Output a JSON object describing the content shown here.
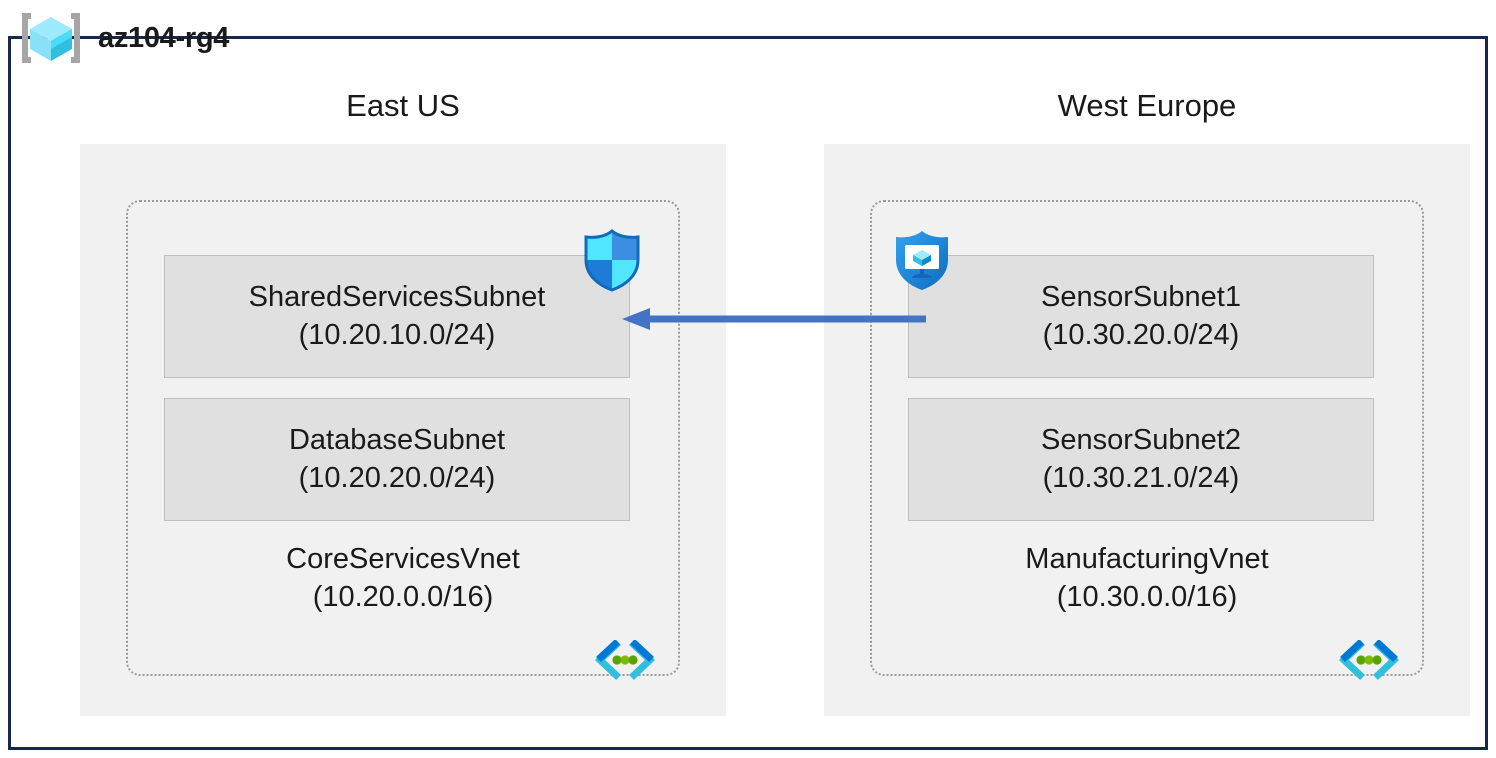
{
  "resource_group": {
    "name": "az104-rg4",
    "icon": "resource-group-cube-icon",
    "frame_color": "#17294A"
  },
  "regions": [
    {
      "id": "east-us",
      "label": "East US",
      "vnet": {
        "name": "CoreServicesVnet",
        "cidr": "(10.20.0.0/16)",
        "icon": "virtual-network-icon",
        "subnets": [
          {
            "name": "SharedServicesSubnet",
            "cidr": "(10.20.10.0/24)",
            "badge": {
              "icon": "network-security-group-shield-icon",
              "name": "network-security-group"
            }
          },
          {
            "name": "DatabaseSubnet",
            "cidr": "(10.20.20.0/24)",
            "badge": null
          }
        ]
      }
    },
    {
      "id": "west-europe",
      "label": "West Europe",
      "vnet": {
        "name": "ManufacturingVnet",
        "cidr": "(10.30.0.0/16)",
        "icon": "virtual-network-icon",
        "subnets": [
          {
            "name": "SensorSubnet1",
            "cidr": "(10.30.20.0/24)",
            "badge": {
              "icon": "security-center-shield-monitor-icon",
              "name": "security-center"
            }
          },
          {
            "name": "SensorSubnet2",
            "cidr": "(10.30.21.0/24)",
            "badge": null
          }
        ]
      }
    }
  ],
  "connection": {
    "name": "vnet-peering-arrow",
    "direction": "right-to-left",
    "from": "SensorSubnet1",
    "to": "SharedServicesSubnet",
    "color": "#4472C4",
    "label": ""
  },
  "colors": {
    "frame": "#17294A",
    "region_fill": "#F1F1F1",
    "subnet_fill": "#E0E0E0",
    "subnet_border": "#BFBFBF",
    "vnet_border": "#9A9A9A",
    "arrow": "#4472C4",
    "cube_cyan": "#50E6FF",
    "shield_blue": "#0078D4",
    "vnet_icon_blue": "#0078D4",
    "vnet_icon_dot_green": "#57A300"
  }
}
